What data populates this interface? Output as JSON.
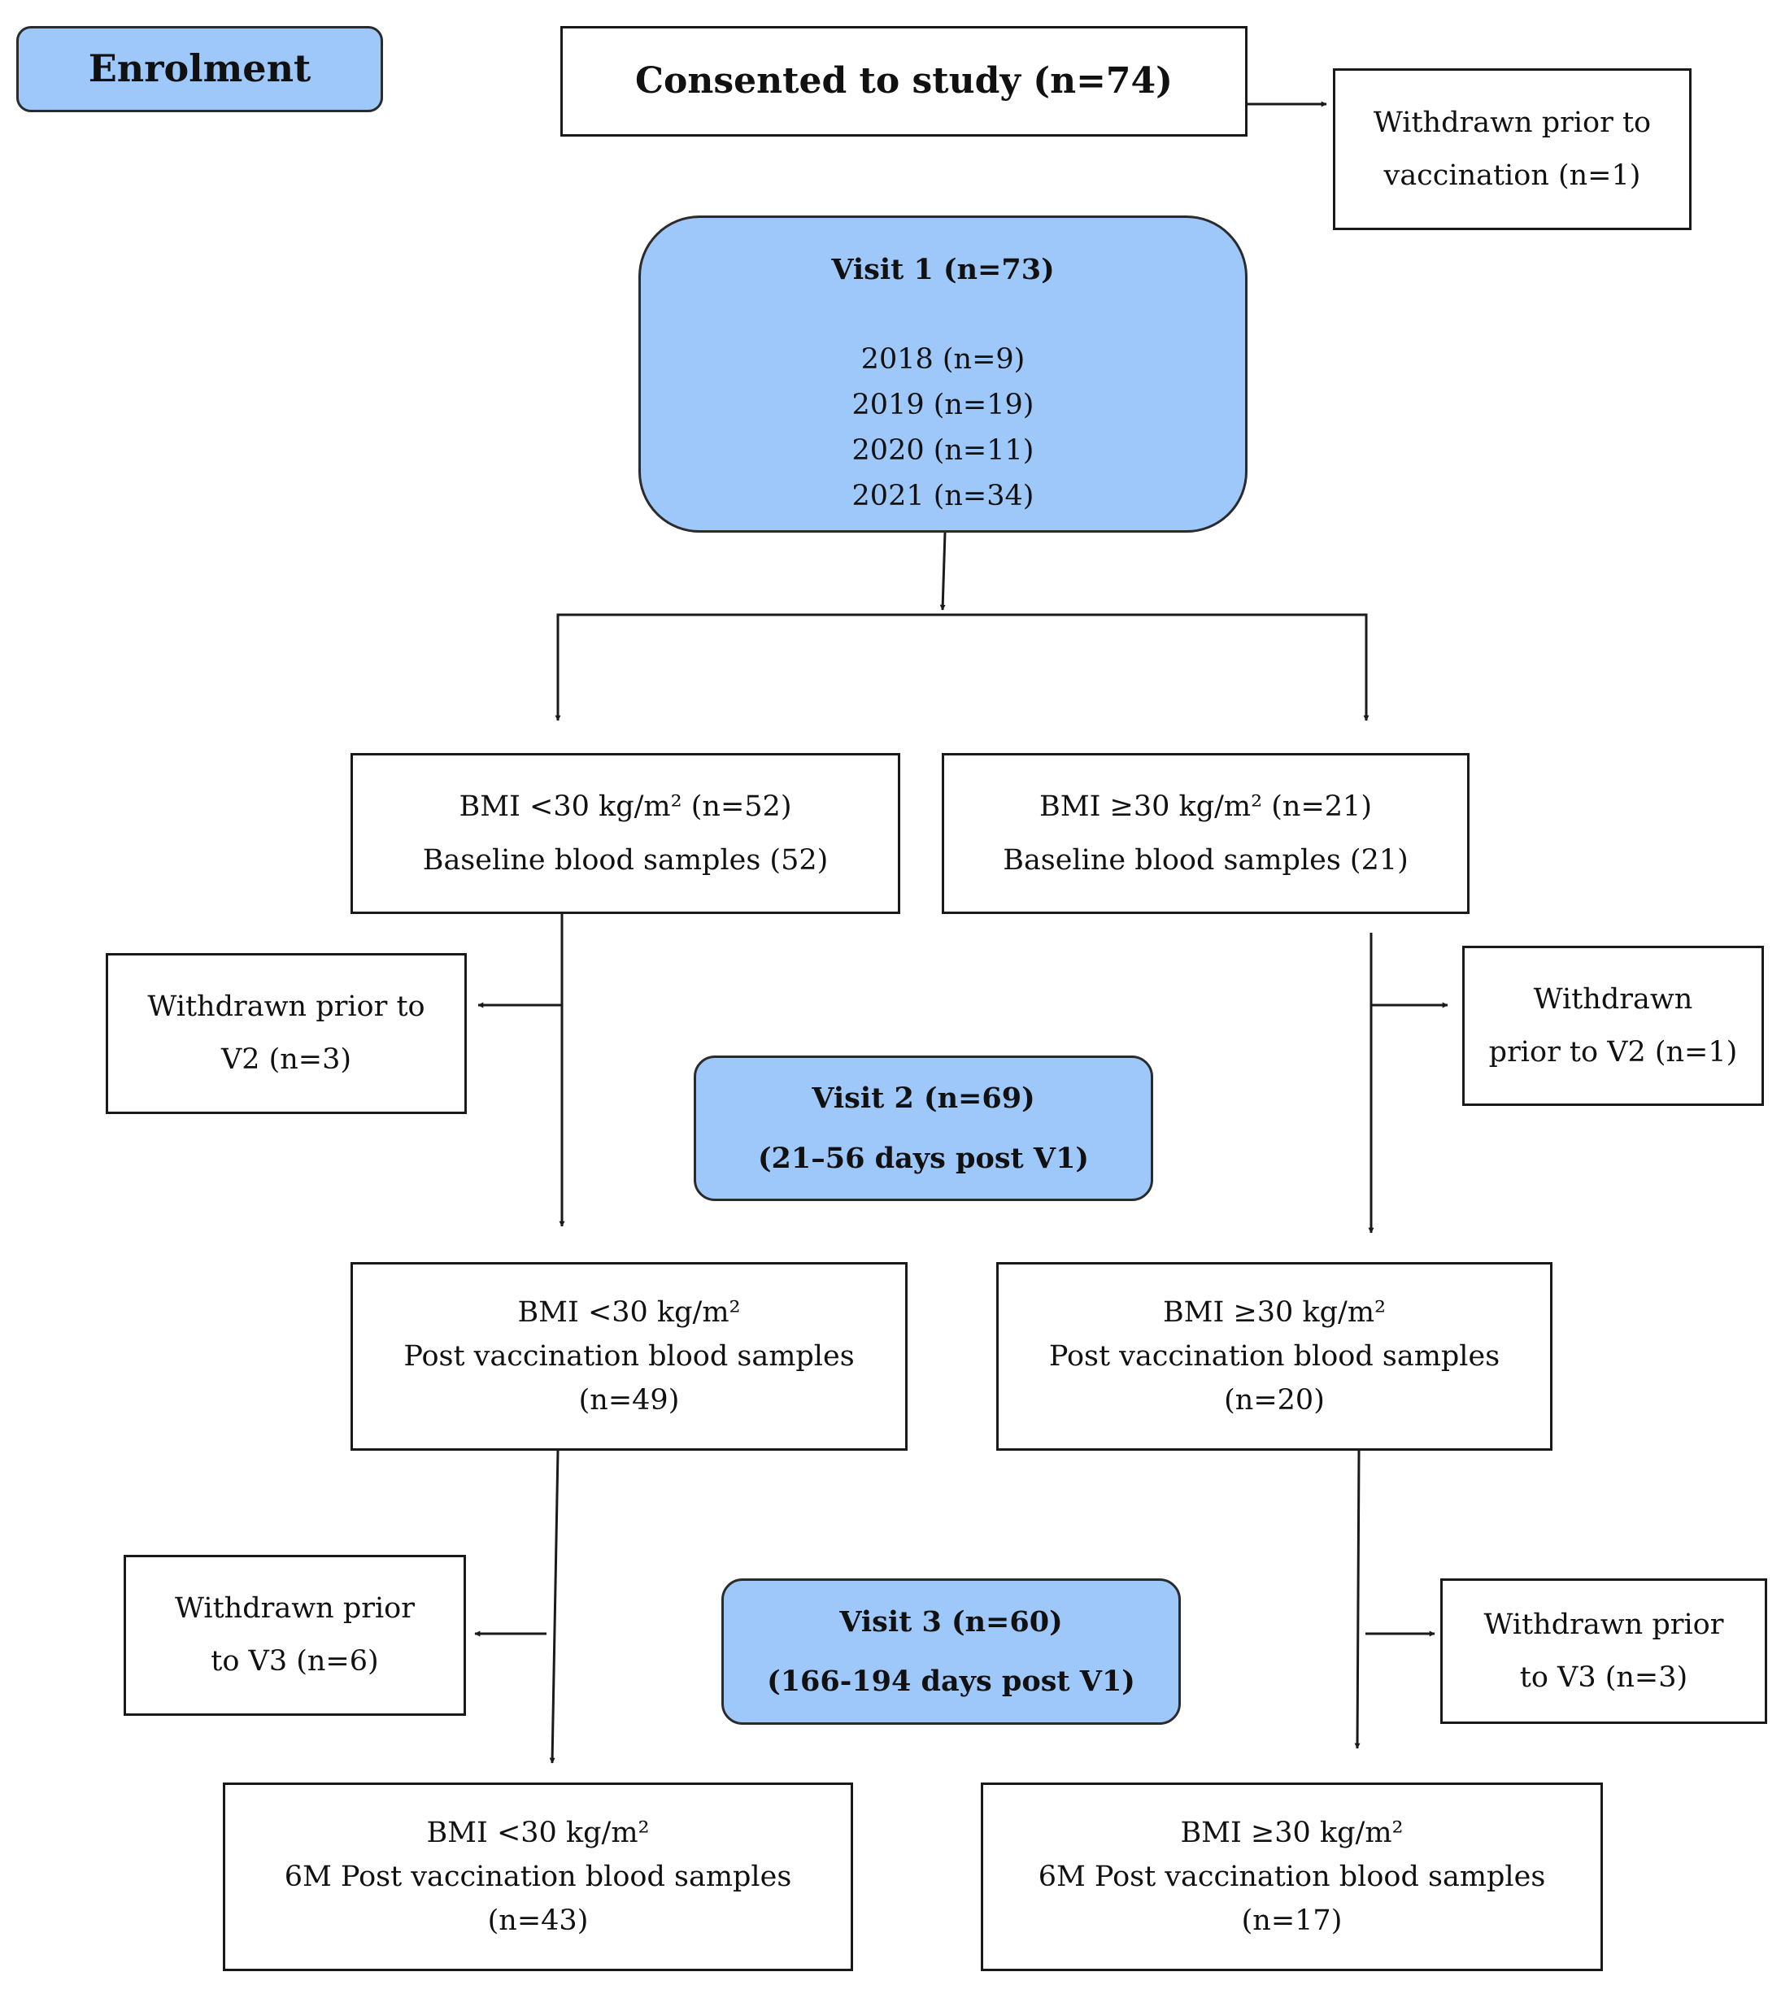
{
  "enrolment": {
    "label": "Enrolment"
  },
  "consented": {
    "label": "Consented to study (n=74)"
  },
  "withdrawn_vaccination": {
    "lines": [
      "Withdrawn prior to",
      "vaccination (n=1)"
    ]
  },
  "visit1": {
    "title": "Visit 1 (n=73)",
    "years": [
      "2018 (n=9)",
      "2019 (n=19)",
      "2020 (n=11)",
      "2021 (n=34)"
    ]
  },
  "bmi_low_baseline": {
    "lines": [
      "BMI <30 kg/m² (n=52)",
      "Baseline blood samples (52)"
    ]
  },
  "bmi_high_baseline": {
    "lines": [
      "BMI ≥30 kg/m² (n=21)",
      "Baseline blood samples (21)"
    ]
  },
  "withdrawn_v2_left": {
    "lines": [
      "Withdrawn prior to",
      "V2 (n=3)"
    ]
  },
  "withdrawn_v2_right": {
    "lines": [
      "Withdrawn",
      "prior to V2 (n=1)"
    ]
  },
  "visit2": {
    "lines": [
      "Visit 2  (n=69)",
      "(21–56 days post V1)"
    ]
  },
  "bmi_low_post": {
    "lines": [
      "BMI <30 kg/m²",
      "Post vaccination blood samples",
      "(n=49)"
    ]
  },
  "bmi_high_post": {
    "lines": [
      "BMI ≥30 kg/m²",
      "Post vaccination blood samples",
      "(n=20)"
    ]
  },
  "withdrawn_v3_left": {
    "lines": [
      "Withdrawn prior",
      "to V3 (n=6)"
    ]
  },
  "visit3": {
    "lines": [
      "Visit 3  (n=60)",
      "(166-194 days post V1)"
    ]
  },
  "withdrawn_v3_right": {
    "lines": [
      "Withdrawn prior",
      "to V3 (n=3)"
    ]
  },
  "bmi_low_6m": {
    "lines": [
      "BMI <30 kg/m²",
      "6M Post vaccination blood samples",
      "(n=43)"
    ]
  },
  "bmi_high_6m": {
    "lines": [
      "BMI ≥30 kg/m²",
      "6M Post vaccination blood samples",
      "(n=17)"
    ]
  },
  "colors": {
    "stage_fill": "#9ec8fa",
    "box_fill": "#ffffff",
    "stroke": "#1a1a1a"
  }
}
